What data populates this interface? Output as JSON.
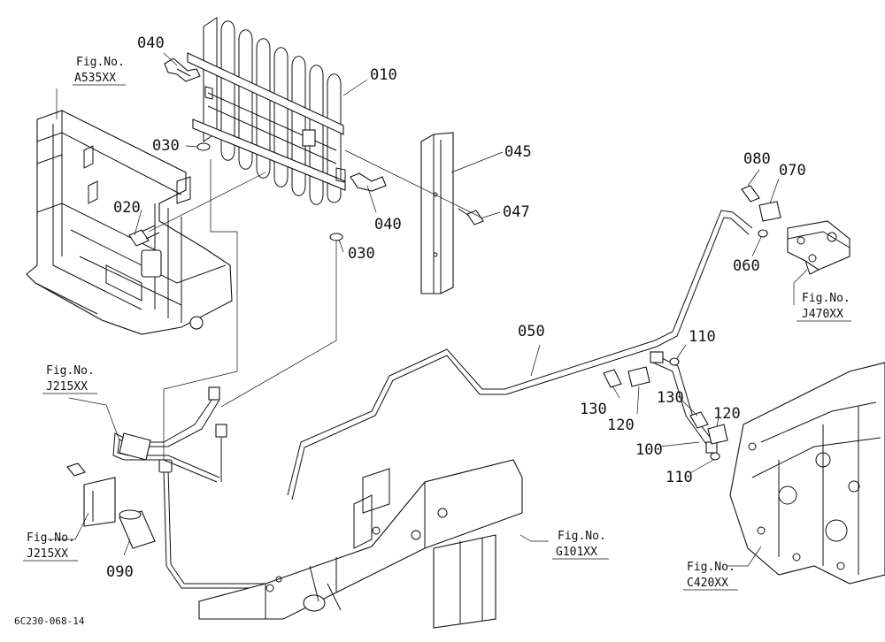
{
  "diagram": {
    "code": "6C230-068-14",
    "part_labels": {
      "p010": "010",
      "p020": "020",
      "p030a": "030",
      "p030b": "030",
      "p040a": "040",
      "p040b": "040",
      "p045": "045",
      "p047": "047",
      "p050": "050",
      "p060": "060",
      "p070": "070",
      "p080": "080",
      "p090": "090",
      "p100": "100",
      "p110a": "110",
      "p110b": "110",
      "p120a": "120",
      "p120b": "120",
      "p130a": "130",
      "p130b": "130"
    },
    "figure_refs": {
      "a535": {
        "line1": "Fig.No.",
        "line2": "A535XX"
      },
      "j470": {
        "line1": "Fig.No.",
        "line2": "J470XX"
      },
      "j215a": {
        "line1": "Fig.No.",
        "line2": "J215XX"
      },
      "j215b": {
        "line1": "Fig.No.",
        "line2": "J215XX"
      },
      "g101": {
        "line1": "Fig.No.",
        "line2": "G101XX"
      },
      "c420": {
        "line1": "Fig.No.",
        "line2": "C420XX"
      }
    }
  }
}
